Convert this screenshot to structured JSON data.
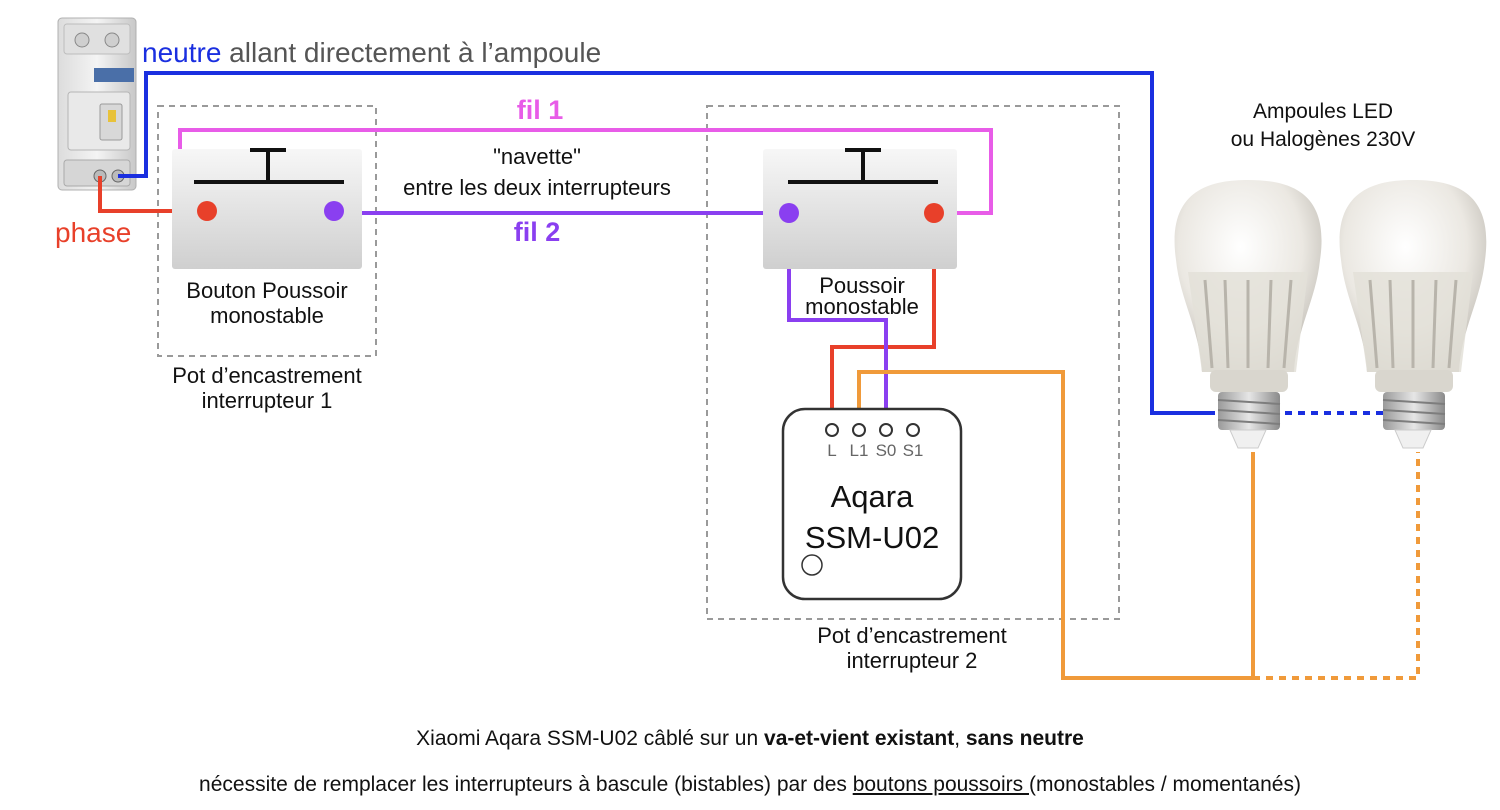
{
  "labels": {
    "neutre_word": "neutre",
    "neutre_rest": " allant directement à l’ampoule",
    "phase": "phase",
    "fil1": "fil 1",
    "fil2": "fil 2",
    "navette_line1": "\"navette\"",
    "navette_line2": "entre les deux interrupteurs",
    "switch1_line1": "Bouton Poussoir",
    "switch1_line2": "monostable",
    "pot1_line1": "Pot d’encastrement",
    "pot1_line2": "interrupteur 1",
    "switch2_line1": "Poussoir",
    "switch2_line2": "monostable",
    "pot2_line1": "Pot d’encastrement",
    "pot2_line2": "interrupteur 2",
    "bulbs_line1": "Ampoules LED",
    "bulbs_line2": "ou Halogènes 230V"
  },
  "module": {
    "name_line1": "Aqara",
    "name_line2": "SSM-U02",
    "terminals": [
      "L",
      "L1",
      "S0",
      "S1"
    ]
  },
  "caption": {
    "line1_pre": "Xiaomi Aqara SSM-U02 câblé sur un ",
    "line1_bold1": "va-et-vient existant",
    "line1_mid": ", ",
    "line1_bold2": "sans neutre",
    "line2_pre": "nécessite de remplacer les interrupteurs à bascule (bistables) par des ",
    "line2_underlined": "boutons poussoirs ",
    "line2_post": "(monostables / momentanés)"
  },
  "colors": {
    "neutre": "#1a2fe0",
    "phase": "#e8402a",
    "fil1": "#e85ce8",
    "fil2": "#8a3ff0",
    "lamp_return": "#f09a3a",
    "box_dash": "#9a9a9a"
  }
}
